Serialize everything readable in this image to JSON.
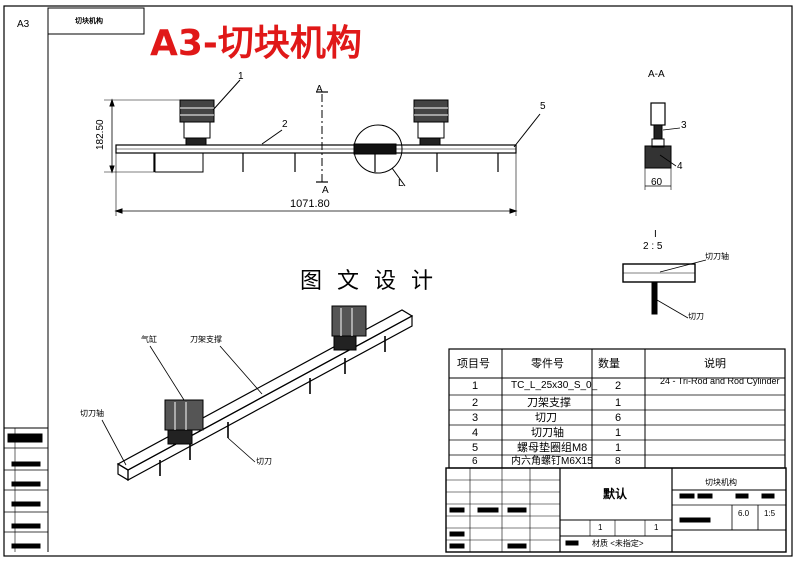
{
  "sheet": {
    "format": "A3",
    "title_box": "切块机构",
    "big_title": "A3-切块机构",
    "watermark": "图 文 设 计"
  },
  "main_view": {
    "balloons": [
      "1",
      "2",
      "5"
    ],
    "section_marks": [
      "A",
      "A"
    ],
    "dim_height": "182.50",
    "dim_length": "1071.80",
    "detail_label": "L"
  },
  "section_view": {
    "title": "A-A",
    "balloons": [
      "3",
      "4"
    ],
    "dim_width": "60"
  },
  "detail_view": {
    "title": "I",
    "scale": "2 : 5",
    "labels": [
      "切刀轴",
      "切刀"
    ]
  },
  "iso_view": {
    "labels": [
      "气缸",
      "刀架支撑",
      "切刀轴",
      "切刀"
    ]
  },
  "bom": {
    "headers": [
      "项目号",
      "零件号",
      "数量",
      "说明"
    ],
    "rows": [
      [
        "1",
        "TC_L_25x30_S_0_",
        "2",
        "24 - Tri-Rod and Rod Cylinder"
      ],
      [
        "2",
        "刀架支撑",
        "1",
        ""
      ],
      [
        "3",
        "切刀",
        "6",
        ""
      ],
      [
        "4",
        "切刀轴",
        "1",
        ""
      ],
      [
        "5",
        "螺母垫圈组M8",
        "1",
        ""
      ],
      [
        "6",
        "内六角螺钉M6X15",
        "8",
        ""
      ]
    ]
  },
  "title_block": {
    "material": "默认",
    "name": "切块机构",
    "scale_vals": [
      "6.0",
      "1:5"
    ],
    "count_vals": [
      "1",
      "1"
    ],
    "footer": "材质 <未指定>"
  },
  "colors": {
    "title_red": "#e01818",
    "line": "#000000",
    "background": "#ffffff"
  }
}
